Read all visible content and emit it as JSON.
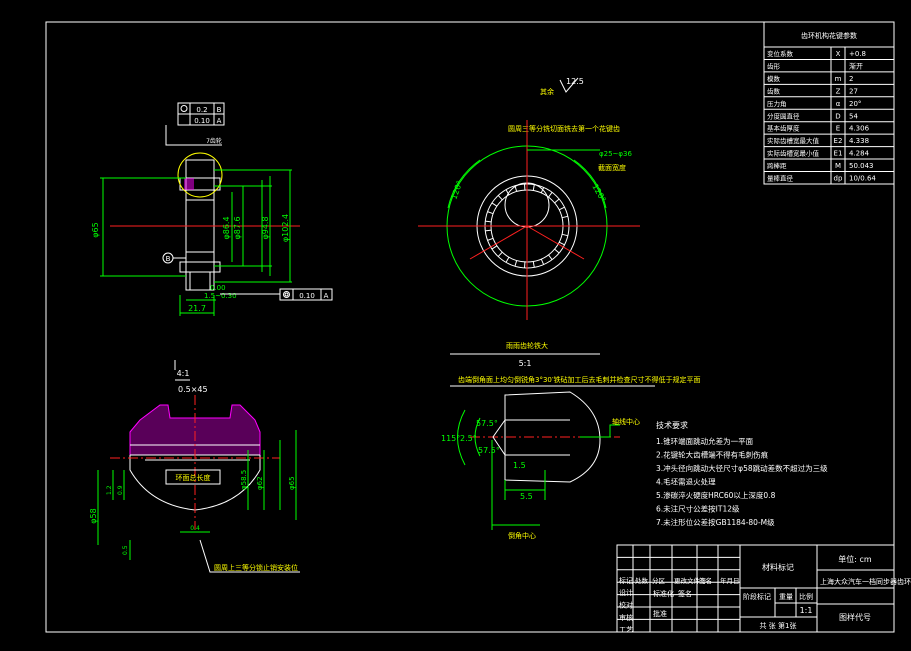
{
  "params_table": {
    "title": "齿环机构花键参数",
    "rows": [
      {
        "name": "变位系数",
        "sym": "X",
        "val": "+0.8"
      },
      {
        "name": "齿形",
        "sym": "",
        "val": "渐开"
      },
      {
        "name": "模数",
        "sym": "m",
        "val": "2"
      },
      {
        "name": "齿数",
        "sym": "Z",
        "val": "27"
      },
      {
        "name": "压力角",
        "sym": "α",
        "val": "20°"
      },
      {
        "name": "分度圆直径",
        "sym": "D",
        "val": "54"
      },
      {
        "name": "基本齿厚度",
        "sym": "E",
        "val": "4.306"
      },
      {
        "name": "实际齿槽宽最大值",
        "sym": "E2",
        "val": "4.338"
      },
      {
        "name": "实际齿槽宽最小值",
        "sym": "E1",
        "val": "4.284"
      },
      {
        "name": "跨棒距",
        "sym": "M",
        "val": "50.043"
      },
      {
        "name": "量棒直径",
        "sym": "dp",
        "val": "10/0.64"
      }
    ]
  },
  "front_view": {
    "tol1_val": "0.2",
    "tol1_ref": "B",
    "tol2_val": "0.10",
    "tol2_ref": "A",
    "dims": [
      "φ65",
      "φ86.4",
      "φ87.6",
      "φ94.8",
      "φ102.4"
    ],
    "bottom_a": "0.00",
    "bottom_b": "1.5~0.30",
    "width": "21.7",
    "datum": "B",
    "circ_tol_val": "0.10",
    "circ_tol_ref": "A",
    "small_label": "7齿轮"
  },
  "right_view": {
    "roughness": "12.5",
    "rest_label": "其余",
    "note_top": "圆周三等分铣切面铣去第一个花键齿",
    "dim_range": "φ25~φ36",
    "label_vert": "截面宽度",
    "angle_left": "120°",
    "angle_right": "120°"
  },
  "detail_section": {
    "scale": "4:1",
    "chamfer": "0.5×45",
    "dims": [
      "φ58",
      "φ58.5",
      "φ65",
      "φ62"
    ],
    "inner_label": "环面总长度",
    "left_dims": [
      "1.2",
      "0.9",
      "0.5"
    ],
    "bottom_dim": "0.4",
    "note_bottom": "圆周上三等分锁止销安装位"
  },
  "detail_tooth": {
    "title": "雨雨齿轮铁大",
    "scale": "5:1",
    "note": "齿端倒角面上均匀倒锐角3°30′铁砧加工后去毛刺并检查尺寸不得低于规定平面",
    "angles": [
      "57.5°",
      "57.5°",
      "115°",
      "2.5°"
    ],
    "dim_a": "1.5",
    "dim_b": "5.5",
    "label_right": "轴线中心",
    "label_bottom": "倒角中心"
  },
  "tech_req": {
    "title": "技术要求",
    "items": [
      "1.锥环端面跳动允差为一平面",
      "2.花键轮大齿槽端不得有毛刺伤痕",
      "3.冲头径向跳动大径尺寸φ58跳动差数不超过为三级",
      "4.毛坯需退火处理",
      "5.渗碳淬火硬度HRC60以上深度0.8",
      "6.未注尺寸公差按IT12级",
      "7.未注形位公差按GB1184-80-M级"
    ]
  },
  "title_block": {
    "material": "材料标记",
    "unit": "单位: cm",
    "title": "上海大众汽车一档同步器齿环",
    "drawing_no": "图样代号",
    "scale_label": "比例",
    "scale": "1:1",
    "weight": "重量",
    "stage": "阶段标记",
    "sheets": "共 张 第1张",
    "row_labels": [
      "标记",
      "设计",
      "校对",
      "审核",
      "工艺"
    ],
    "col_labels": [
      "处数",
      "分区",
      "更改文件号",
      "签名",
      "年月日"
    ],
    "std": "标准化",
    "sign": "签名",
    "approve": "批准"
  }
}
